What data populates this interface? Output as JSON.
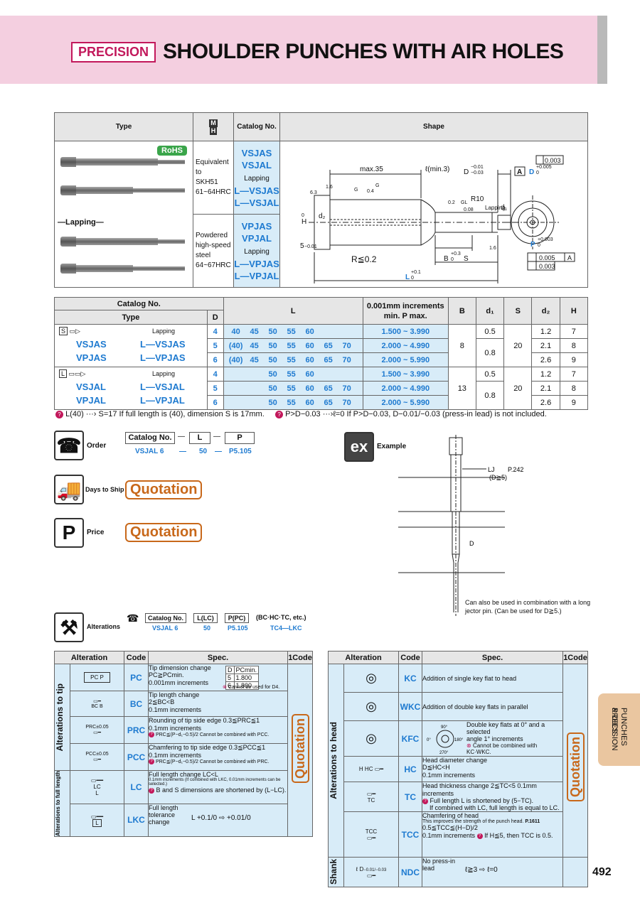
{
  "header": {
    "tag": "PRECISION",
    "title": "SHOULDER PUNCHES WITH AIR HOLES"
  },
  "top_table": {
    "col_type": "Type",
    "col_m": "M",
    "col_h": "H",
    "col_catalog": "Catalog No.",
    "col_shape": "Shape",
    "rohs": "RoHS",
    "lapping_label": "—Lapping—",
    "rows": [
      {
        "material": [
          "Equivalent to",
          "SKH51",
          "61~64HRC"
        ],
        "catalog": [
          "VSJAS",
          "VSJAL"
        ],
        "lapping": "Lapping",
        "lap_catalog": [
          "L—VSJAS",
          "L—VSJAL"
        ]
      },
      {
        "material": [
          "Powdered",
          "high-speed",
          "steel",
          "64~67HRC"
        ],
        "catalog": [
          "VPJAS",
          "VPJAL"
        ],
        "lapping": "Lapping",
        "lap_catalog": [
          "L—VPJAS",
          "L—VPJAL"
        ]
      }
    ],
    "shape": {
      "max35": "max.35",
      "lmin": "ℓ(min.3)",
      "d_tol": "D",
      "d_tol_up": "−0.01",
      "d_tol_dn": "−0.03",
      "r10": "R10",
      "lapping": "Lapping",
      "r02": "R≦0.2",
      "b_tol": "B",
      "b_up": "+0.3",
      "b_dn": "0",
      "s": "S",
      "l_tol": "L",
      "l_up": "+0.1",
      "l_dn": "0",
      "five": "5",
      "five_tol": "−0.01",
      "h": "H",
      "h_tol": "0",
      "h_tol2": "−0.02",
      "d2": "d₂",
      "d1": "d₁",
      "a": "A",
      "d_right": "D",
      "d_right_up": "+0.005",
      "d_right_dn": "0",
      "p": "P",
      "p_up": "+0.003",
      "p_dn": "0",
      "tol1": "0.003",
      "tol2": "0.005",
      "tol2_ref": "A",
      "tol3": "0.003",
      "g1": "6.3",
      "g2": "1.6",
      "g3": "G",
      "g4": "0.4",
      "g5": "G",
      "g6": "0.2",
      "g7": "GL",
      "g8": "0.08",
      "g9": "1.6"
    }
  },
  "dim_table": {
    "h_catalog": "Catalog No.",
    "h_type": "Type",
    "h_d": "D",
    "h_l": "L",
    "h_p1": "0.001mm increments",
    "h_p2": "min.  P  max.",
    "h_b": "B",
    "h_d1": "d₁",
    "h_s": "S",
    "h_d2": "d₂",
    "h_h": "H",
    "groups": [
      {
        "shape_letter": "S",
        "lapping": "Lapping",
        "types": [
          "VSJAS",
          "VPJAS"
        ],
        "lap_types": [
          "L—VSJAS",
          "L—VPJAS"
        ],
        "b": "8",
        "s": "20",
        "rows": [
          {
            "d": "4",
            "l": [
              "40",
              "45",
              "50",
              "55",
              "60",
              "",
              ""
            ],
            "p": "1.500 ~ 3.990",
            "d1": "0.5",
            "d2": "1.2",
            "h": "7"
          },
          {
            "d": "5",
            "l": [
              "(40)",
              "45",
              "50",
              "55",
              "60",
              "65",
              "70"
            ],
            "p": "2.000 ~ 4.990",
            "d1": "0.8",
            "d2": "2.1",
            "h": "8"
          },
          {
            "d": "6",
            "l": [
              "(40)",
              "45",
              "50",
              "55",
              "60",
              "65",
              "70"
            ],
            "p": "2.000 ~ 5.990",
            "d1": "",
            "d2": "2.6",
            "h": "9"
          }
        ]
      },
      {
        "shape_letter": "L",
        "lapping": "Lapping",
        "types": [
          "VSJAL",
          "VPJAL"
        ],
        "lap_types": [
          "L—VSJAL",
          "L—VPJAL"
        ],
        "b": "13",
        "s": "20",
        "rows": [
          {
            "d": "4",
            "l": [
              "",
              "",
              "50",
              "55",
              "60",
              "",
              ""
            ],
            "p": "1.500 ~ 3.990",
            "d1": "0.5",
            "d2": "1.2",
            "h": "7"
          },
          {
            "d": "5",
            "l": [
              "",
              "",
              "50",
              "55",
              "60",
              "65",
              "70"
            ],
            "p": "2.000 ~ 4.990",
            "d1": "0.8",
            "d2": "2.1",
            "h": "8"
          },
          {
            "d": "6",
            "l": [
              "",
              "",
              "50",
              "55",
              "60",
              "65",
              "70"
            ],
            "p": "2.000 ~ 5.990",
            "d1": "",
            "d2": "2.6",
            "h": "9"
          }
        ]
      }
    ],
    "note1": "L(40) ···› S=17  If full length is (40), dimension S is 17mm.",
    "note2": "P>D−0.03 ···›ℓ=0  If P>D−0.03, D−0.01/−0.03 (press-in lead) is not included."
  },
  "order": {
    "label": "Order",
    "box1": "Catalog No.",
    "box2": "L",
    "box3": "P",
    "v1": "VSJAL 6",
    "v2": "50",
    "v3": "P5.105",
    "dash": "—"
  },
  "example": {
    "label": "Example",
    "lj": "LJ",
    "lj_ref": "P.242",
    "lj_cond": "(D≧5)",
    "d": "D",
    "caption1": "Can also be used in combination with a long",
    "caption2": "jector pin.  (Can be used for D≧5.)"
  },
  "days": {
    "label": "Days to Ship",
    "value": "Quotation"
  },
  "price": {
    "label": "Price",
    "value": "Quotation"
  },
  "alterations": {
    "label": "Alterations",
    "b1": "Catalog No.",
    "b2": "L(LC)",
    "b3": "P(PC)",
    "b4": "(BC·HC·TC, etc.)",
    "v1": "VSJAL 6",
    "v2": "50",
    "v3": "P5.105",
    "v4": "TC4—LKC"
  },
  "alt_left": {
    "h_alt": "Alteration",
    "h_code": "Code",
    "h_spec": "Spec.",
    "h_1code": "1Code",
    "group1": "Alterations to tip",
    "group2": "Alterations to full length",
    "quote": "Quotation",
    "rows": [
      {
        "code": "PC",
        "spec": [
          "Tip dimension change",
          "PC≧PCmin.",
          "0.001mm increments"
        ],
        "extra": "Cannot be used for D4.",
        "mini_h": [
          "D",
          "PCmin."
        ],
        "mini": [
          [
            "5",
            "1.800"
          ],
          [
            "6",
            "1.800"
          ]
        ]
      },
      {
        "code": "BC",
        "spec": [
          "Tip length change",
          "2≦BC<B",
          "0.1mm increments"
        ]
      },
      {
        "code": "PRC",
        "spec": [
          "Rounding of tip side edge   0.3≦PRC≦1",
          "0.1mm increments"
        ],
        "extra": "PRC≦(P−d₁−0.5)/2   Cannot be combined with PCC."
      },
      {
        "code": "PCC",
        "spec": [
          "Chamfering to tip side edge   0.3≦PCC≦1",
          "0.1mm increments"
        ],
        "extra": "PRC≦(P−d₁−0.5)/2   Cannot be combined with PRC."
      },
      {
        "code": "LC",
        "spec": [
          "Full length change   LC<L",
          "0.1mm increments (If combined with LKC, 0.01mm increments can be selected.)"
        ],
        "extra": "B and S dimensions are shortened by (L−LC)."
      },
      {
        "code": "LKC",
        "spec": [
          "Full length",
          "tolerance",
          "change"
        ],
        "tol": "L +0.1/0 ⇨ +0.01/0"
      }
    ],
    "fig": {
      "pc": "PC",
      "p": "P",
      "bc": "BC",
      "b": "B",
      "prc": "PRC±0.05",
      "pcc": "PCC±0.05",
      "lc": "LC",
      "l": "L",
      "lt": "L"
    }
  },
  "alt_right": {
    "h_alt": "Alteration",
    "h_code": "Code",
    "h_spec": "Spec.",
    "h_1code": "1Code",
    "group1": "Alterations to head",
    "group2": "Shank",
    "quote": "Quotation",
    "rows": [
      {
        "code": "KC",
        "spec": [
          "Addition of single key flat to head"
        ]
      },
      {
        "code": "WKC",
        "spec": [
          "Addition of double key flats in parallel"
        ]
      },
      {
        "code": "KFC",
        "spec": [
          "Double key flats at 0° and a selected",
          "angle 1° increments"
        ],
        "extra": "Cannot be combined with KC·WKC."
      },
      {
        "code": "HC",
        "spec": [
          "Head diameter change",
          "D≦HC<H",
          "0.1mm increments"
        ]
      },
      {
        "code": "TC",
        "spec": [
          "Head thickness change  2≦TC<5  0.1mm increments"
        ],
        "extra": "Full length L is shortened by (5−TC).",
        "extra2": "If combined with LC, full length is equal to LC."
      },
      {
        "code": "TCC",
        "spec": [
          "Chamfering of head",
          "This improves the strength of the punch head.",
          "0.5≦TCC≦(H−D)/2",
          "0.1mm increments"
        ],
        "ref": "P.1611",
        "extra": "If H≦5, then TCC is 0.5."
      },
      {
        "code": "NDC",
        "spec": [
          "No press-in",
          "lead"
        ],
        "tol": "ℓ≧3 ⇨ ℓ=0"
      }
    ],
    "fig": {
      "a90": "90°",
      "a0": "0°",
      "a180": "180°",
      "a270": "270°",
      "h": "H",
      "hc": "HC",
      "tc": "TC",
      "tcc": "TCC",
      "l": "ℓ",
      "d": "D",
      "d_up": "−0.01",
      "d_dn": "−0.03"
    }
  },
  "side_tab": {
    "line1": "PRECISION",
    "line2": "PUNCHES & DIES"
  },
  "page_number": "492",
  "colors": {
    "blue": "#1e7ad0",
    "magenta": "#c2185b",
    "orange": "#c8681a",
    "pink_bg": "#f4cfe0",
    "tab": "#eac6a0"
  }
}
